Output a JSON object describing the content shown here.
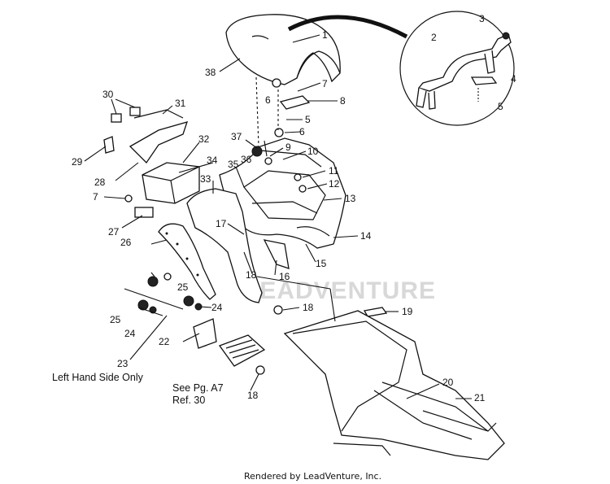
{
  "diagram": {
    "part_numbers": [
      "1",
      "2",
      "3",
      "4",
      "5",
      "6",
      "7",
      "8",
      "5",
      "6",
      "9",
      "10",
      "11",
      "12",
      "13",
      "14",
      "15",
      "16",
      "17",
      "18",
      "18",
      "19",
      "20",
      "21",
      "22",
      "23",
      "24",
      "25",
      "24",
      "25",
      "26",
      "27",
      "7",
      "28",
      "29",
      "30",
      "31",
      "32",
      "33",
      "34",
      "35",
      "36",
      "37",
      "38"
    ],
    "notes": {
      "left_hand_side": "Left Hand Side Only",
      "see_page": "See Pg. A7",
      "reference": "Ref. 30"
    },
    "watermark": "LEADVENTURE",
    "footer": "Rendered by LeadVenture, Inc."
  },
  "colors": {
    "ink": "#111111",
    "watermark": "#d8d8d8",
    "background": "#ffffff"
  }
}
